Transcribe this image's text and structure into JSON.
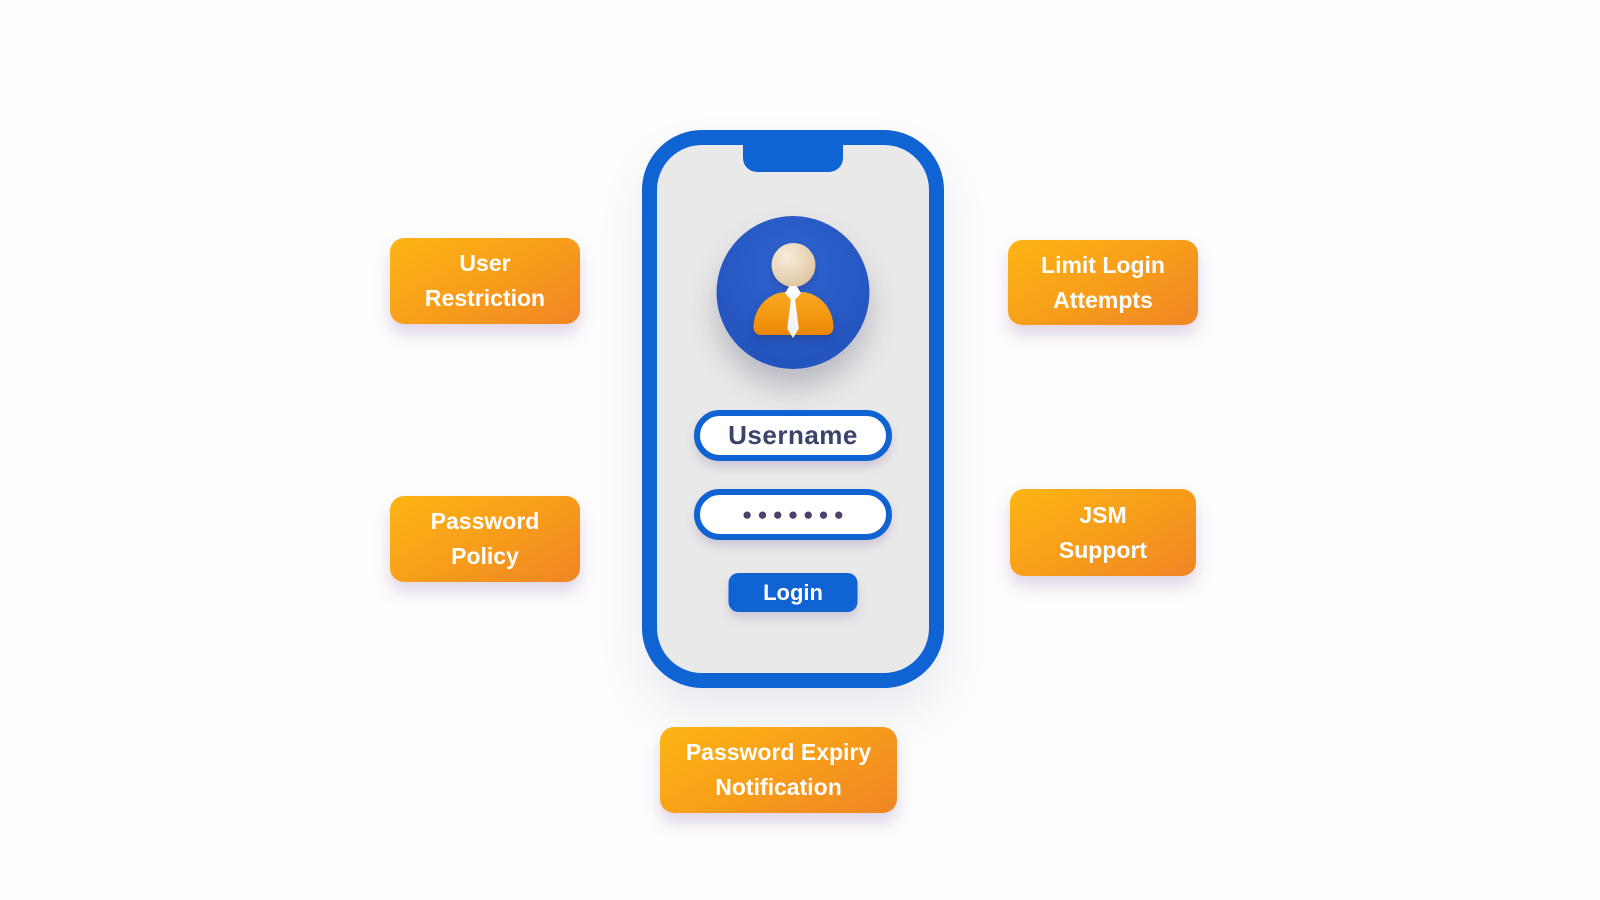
{
  "colors": {
    "background": "#fdfdfd",
    "phone_frame_blue": "#1063d2",
    "screen_gray": "#e9e9e9",
    "avatar_circle_blue": "#2a59c5",
    "avatar_body_orange": "#f29310",
    "badge_orange_light": "#fcb514",
    "badge_orange_dark": "#ef8526",
    "field_text_dark": "#3a4468",
    "password_dot_purple": "#4f3f6b",
    "button_text": "#ffffff"
  },
  "phone": {
    "avatar_icon": "user-avatar-icon",
    "username_field": {
      "value": "Username"
    },
    "password_field": {
      "masked_value": "●●●●●●●",
      "dot_count": 7
    },
    "login_button": {
      "label": "Login"
    }
  },
  "badges": [
    {
      "id": "user-restriction",
      "lines": [
        "User",
        "Restriction"
      ]
    },
    {
      "id": "limit-login-attempts",
      "lines": [
        "Limit Login",
        "Attempts"
      ]
    },
    {
      "id": "password-policy",
      "lines": [
        "Password",
        "Policy"
      ]
    },
    {
      "id": "jsm-support",
      "lines": [
        "JSM",
        "Support"
      ]
    },
    {
      "id": "password-expiry-notification",
      "lines": [
        "Password Expiry",
        "Notification"
      ]
    }
  ]
}
